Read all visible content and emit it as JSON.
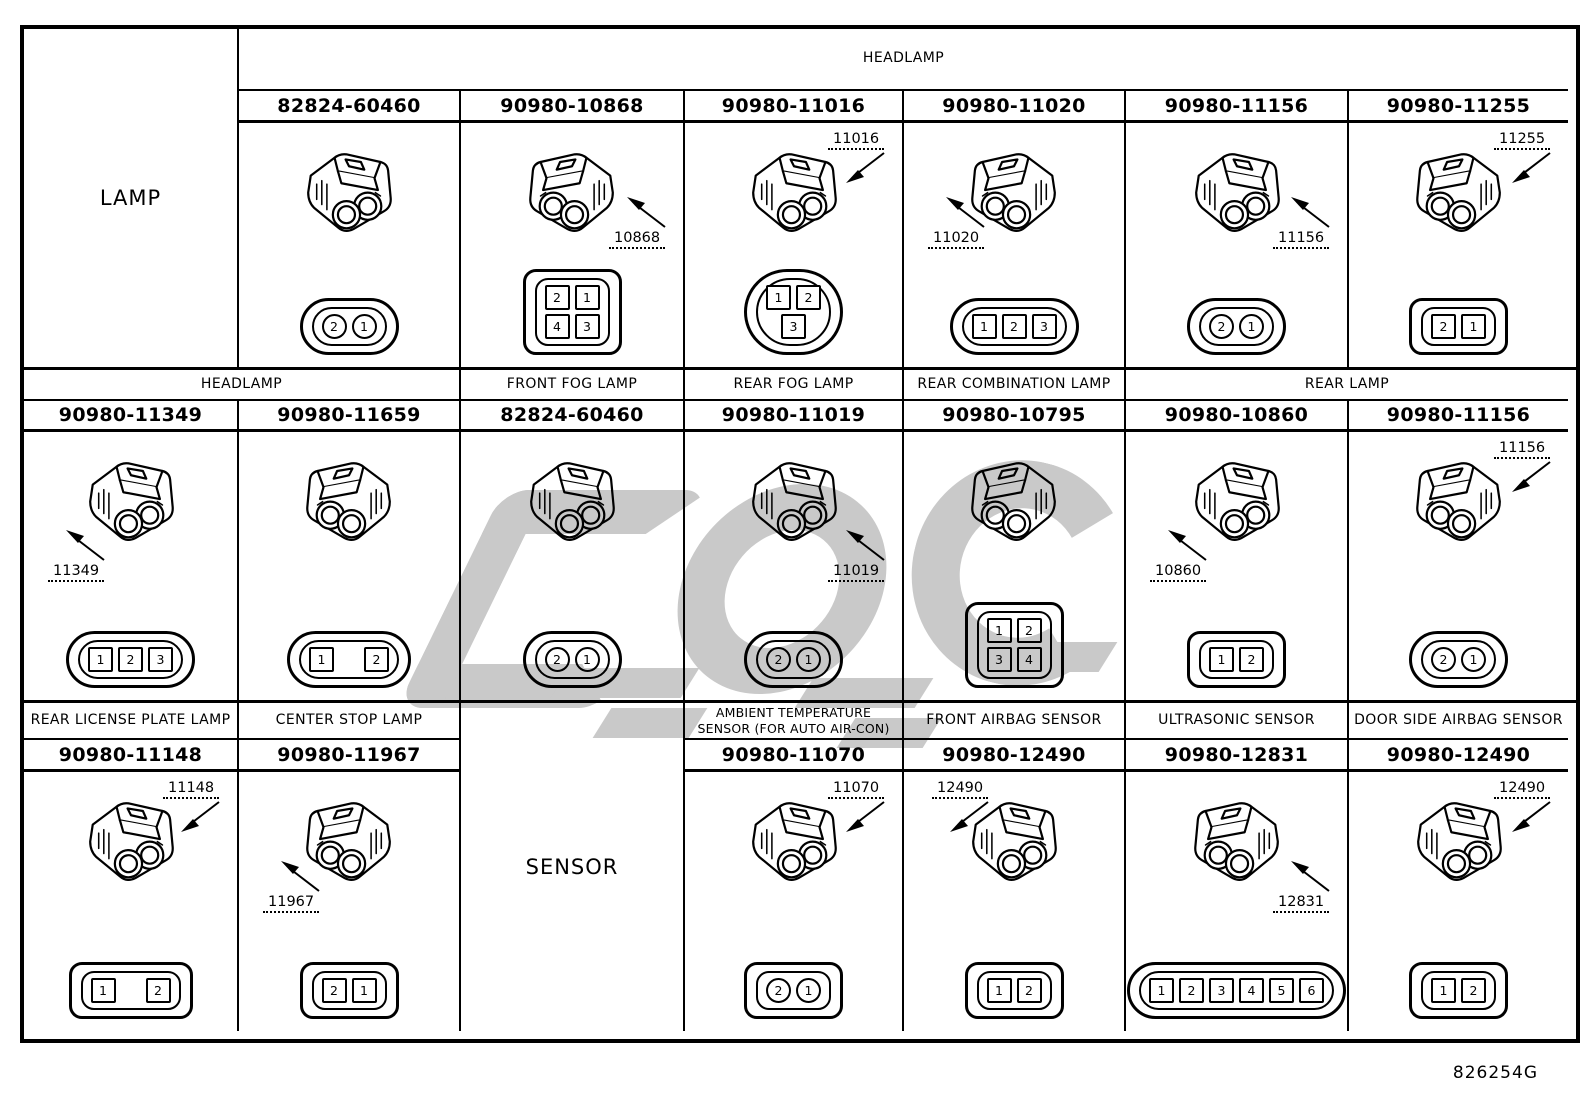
{
  "page": {
    "drawing_code": "826254G",
    "ink_color": "#000000",
    "paper_color": "#ffffff",
    "watermark_color": "#6f6f6f"
  },
  "band1": {
    "side_label": "LAMP",
    "group_header": "HEADLAMP",
    "cells": [
      {
        "part": "82824-60460",
        "pins": {
          "shape": "circle",
          "outline": "oval",
          "rows": [
            [
              "2",
              "1"
            ]
          ]
        }
      },
      {
        "part": "90980-10868",
        "callout": "10868",
        "pins": {
          "shape": "square",
          "outline": "rect",
          "rows": [
            [
              "2",
              "1"
            ],
            [
              "4",
              "3"
            ]
          ]
        }
      },
      {
        "part": "90980-11016",
        "callout": "11016",
        "pins": {
          "shape": "square",
          "outline": "oval",
          "rows": [
            [
              "1",
              "2"
            ],
            [
              "3"
            ]
          ]
        }
      },
      {
        "part": "90980-11020",
        "callout": "11020",
        "pins": {
          "shape": "square",
          "outline": "oval",
          "rows": [
            [
              "1",
              "2",
              "3"
            ]
          ]
        }
      },
      {
        "part": "90980-11156",
        "callout": "11156",
        "pins": {
          "shape": "circle",
          "outline": "oval",
          "rows": [
            [
              "2",
              "1"
            ]
          ]
        }
      },
      {
        "part": "90980-11255",
        "callout": "11255",
        "pins": {
          "shape": "square",
          "outline": "rect",
          "rows": [
            [
              "2",
              "1"
            ]
          ]
        }
      }
    ]
  },
  "band2": {
    "group_headers": [
      {
        "label": "HEADLAMP"
      },
      {
        "label": "FRONT FOG LAMP"
      },
      {
        "label": "REAR FOG LAMP"
      },
      {
        "label": "REAR COMBINATION LAMP"
      },
      {
        "label": "REAR LAMP"
      }
    ],
    "cells": [
      {
        "part": "90980-11349",
        "callout": "11349",
        "pins": {
          "shape": "square",
          "outline": "oval",
          "rows": [
            [
              "1",
              "2",
              "3"
            ]
          ]
        }
      },
      {
        "part": "90980-11659",
        "pins": {
          "shape": "square",
          "outline": "oval",
          "wide": true,
          "rows": [
            [
              "1",
              "2"
            ]
          ]
        }
      },
      {
        "part": "82824-60460",
        "pins": {
          "shape": "circle",
          "outline": "oval",
          "rows": [
            [
              "2",
              "1"
            ]
          ]
        }
      },
      {
        "part": "90980-11019",
        "callout": "11019",
        "pins": {
          "shape": "circle",
          "outline": "oval",
          "rows": [
            [
              "2",
              "1"
            ]
          ]
        }
      },
      {
        "part": "90980-10795",
        "pins": {
          "shape": "square",
          "outline": "rect",
          "rows": [
            [
              "1",
              "2"
            ],
            [
              "3",
              "4"
            ]
          ]
        }
      },
      {
        "part": "90980-10860",
        "callout": "10860",
        "pins": {
          "shape": "square",
          "outline": "rect",
          "rows": [
            [
              "1",
              "2"
            ]
          ]
        }
      },
      {
        "part": "90980-11156",
        "callout": "11156",
        "pins": {
          "shape": "circle",
          "outline": "oval",
          "rows": [
            [
              "2",
              "1"
            ]
          ]
        }
      }
    ]
  },
  "band3": {
    "sensor_label": "SENSOR",
    "group_headers": [
      {
        "label": "REAR LICENSE PLATE LAMP"
      },
      {
        "label": "CENTER STOP LAMP"
      },
      {
        "label": "AMBIENT TEMPERATURE SENSOR (FOR AUTO AIR-CON)"
      },
      {
        "label": "FRONT AIRBAG SENSOR"
      },
      {
        "label": "ULTRASONIC SENSOR"
      },
      {
        "label": "DOOR SIDE AIRBAG SENSOR"
      }
    ],
    "cells": [
      {
        "part": "90980-11148",
        "callout": "11148",
        "pins": {
          "shape": "square",
          "outline": "rect",
          "wide": true,
          "rows": [
            [
              "1",
              "2"
            ]
          ]
        }
      },
      {
        "part": "90980-11967",
        "callout": "11967",
        "pins": {
          "shape": "square",
          "outline": "rect",
          "rows": [
            [
              "2",
              "1"
            ]
          ]
        }
      },
      {
        "part": "90980-11070",
        "callout": "11070",
        "pins": {
          "shape": "circle",
          "outline": "rect",
          "rows": [
            [
              "2",
              "1"
            ]
          ]
        }
      },
      {
        "part": "90980-12490",
        "callout": "12490",
        "pins": {
          "shape": "square",
          "outline": "rect",
          "rows": [
            [
              "1",
              "2"
            ]
          ]
        }
      },
      {
        "part": "90980-12831",
        "callout": "12831",
        "pins": {
          "shape": "square",
          "outline": "oval",
          "rows": [
            [
              "1",
              "2",
              "3",
              "4",
              "5",
              "6"
            ]
          ]
        }
      },
      {
        "part": "90980-12490",
        "callout": "12490",
        "pins": {
          "shape": "square",
          "outline": "rect",
          "rows": [
            [
              "1",
              "2"
            ]
          ]
        }
      }
    ]
  }
}
